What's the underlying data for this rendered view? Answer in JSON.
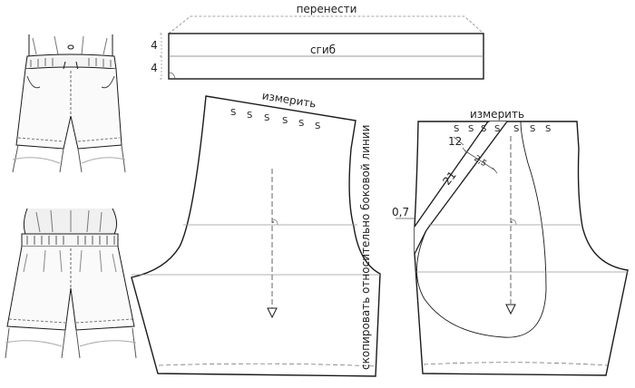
{
  "labels": {
    "transfer": "перенести",
    "fold": "сгиб",
    "measure_left": "измерить",
    "measure_right": "измерить",
    "copy_side": "скопировать относительно боковой линии",
    "dim_4_top": "4",
    "dim_4_bottom": "4",
    "dim_12": "12",
    "dim_21": "21",
    "dim_25": "2,5",
    "dim_07": "0,7",
    "s_mark": "S"
  },
  "colors": {
    "line": "#1a1a1a",
    "thin": "#888888",
    "hatch": "#555555"
  }
}
